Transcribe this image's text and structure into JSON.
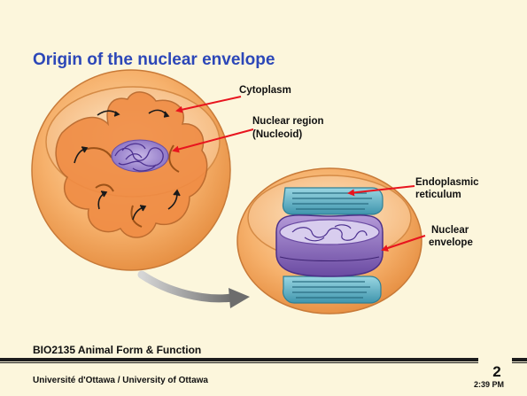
{
  "slide": {
    "title": "Origin of the nuclear envelope",
    "course": "BIO2135 Animal Form & Function",
    "university": "Université d'Ottawa / University of Ottawa",
    "page_number": "2",
    "time": "2:39 PM"
  },
  "diagram": {
    "labels": {
      "cytoplasm": "Cytoplasm",
      "nuclear_region_1": "Nuclear region",
      "nuclear_region_2": "(Nucleoid)",
      "er_1": "Endoplasmic",
      "er_2": "reticulum",
      "envelope_1": "Nuclear",
      "envelope_2": "envelope"
    }
  },
  "colors": {
    "background": "#fcf6dc",
    "title": "#2c47b8",
    "arrow": "#e8141e",
    "cell_orange": "#f2a056",
    "membrane_blue": "#5fb6c8",
    "nucleus_purple": "#8a64b4"
  }
}
